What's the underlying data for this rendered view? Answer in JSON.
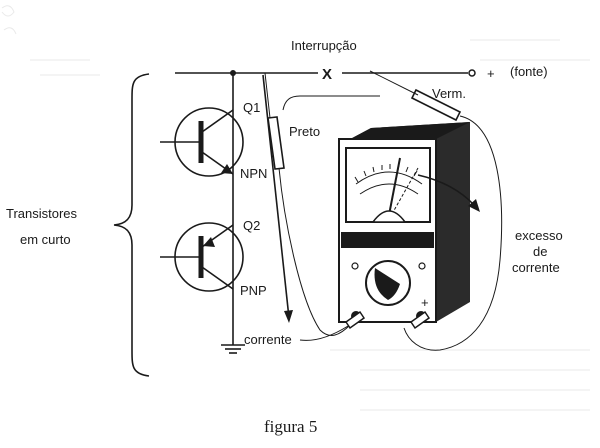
{
  "labels": {
    "interruption": "Interrupção",
    "break_mark": "X",
    "plus_source": "+",
    "source": "(fonte)",
    "red_probe": "Verm.",
    "black_probe": "Preto",
    "q1": "Q1",
    "npn": "NPN",
    "q2": "Q2",
    "pnp": "PNP",
    "shorted_transistors_line1": "Transistores",
    "shorted_transistors_line2": "em curto",
    "excess_line1": "excesso",
    "excess_line2": "de",
    "excess_line3": "corrente",
    "current": "corrente",
    "meter_plus": "+"
  },
  "caption": "figura 5"
}
